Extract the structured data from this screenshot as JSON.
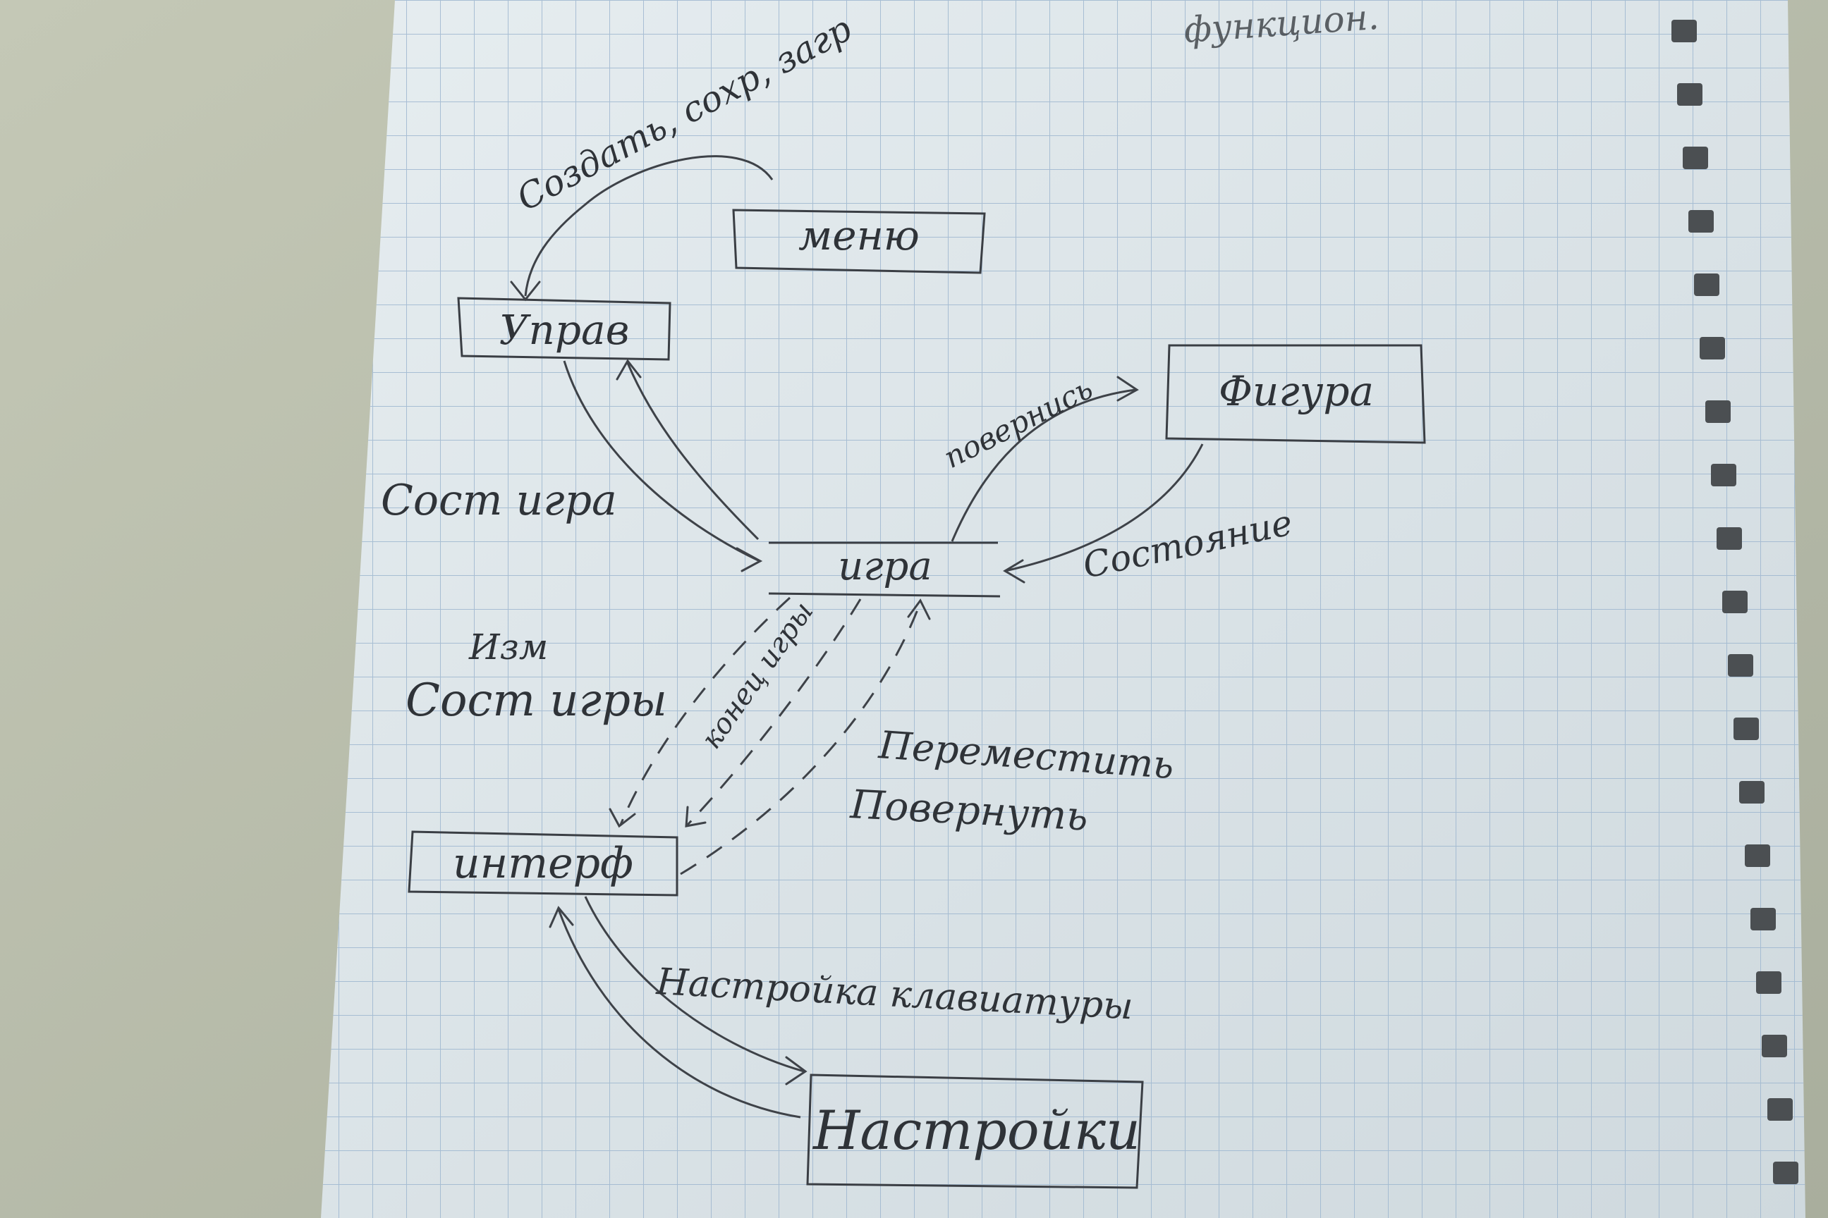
{
  "photo": {
    "paper_color": "#dde6ea",
    "grid_color": "#9db6cf",
    "ink_color": "#343840",
    "desk_color": "#b9bdac"
  },
  "diagram": {
    "corner_note": "функцион.",
    "nodes": {
      "menu": "меню",
      "control": "Управ",
      "figure": "Фигура",
      "game": "игра",
      "interface": "интерф",
      "settings": "Настройки"
    },
    "edges": {
      "menu_to_control": "Создать, сохр, загр",
      "control_to_game": "Сост игра",
      "game_to_figure": "повернись",
      "figure_to_game": "Состояние",
      "game_to_interface_line1": "Изм",
      "game_to_interface_line2": "Сост игры",
      "game_to_interface_2": "конец игры",
      "interface_to_game_line1": "Переместить",
      "interface_to_game_line2": "Повернуть",
      "interface_to_settings": "Настройка клавиатуры"
    }
  }
}
